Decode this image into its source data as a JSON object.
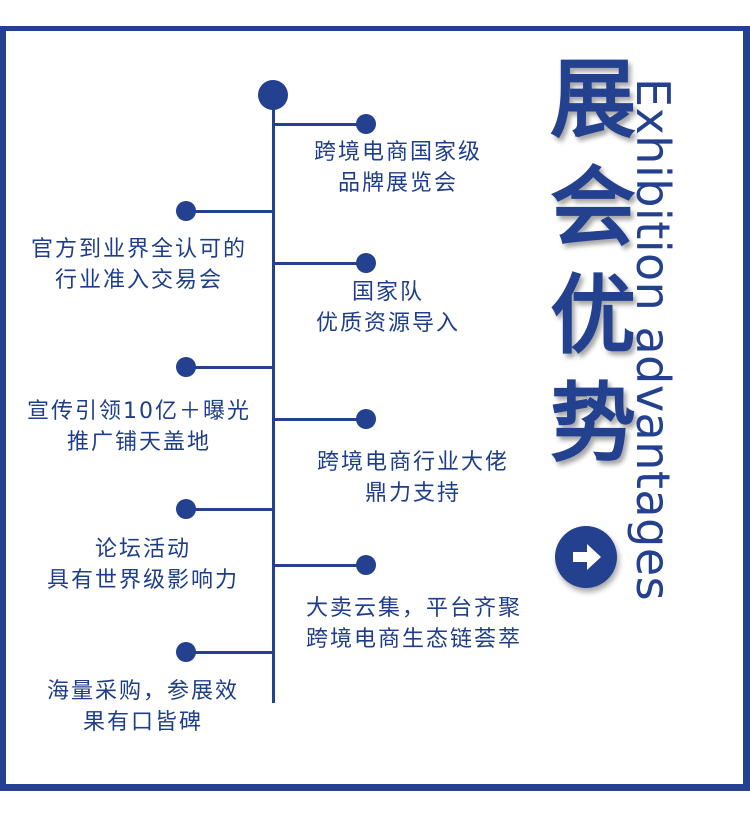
{
  "title": {
    "chinese_chars": [
      "展",
      "会",
      "优",
      "势"
    ],
    "english": "Exhibition advantages"
  },
  "timeline": {
    "right_items": [
      {
        "line1": "跨境电商国家级",
        "line2": "品牌展览会"
      },
      {
        "line1": "国家队",
        "line2": "优质资源导入"
      },
      {
        "line1": "跨境电商行业大佬",
        "line2": "鼎力支持"
      },
      {
        "line1": "大卖云集，平台齐聚",
        "line2": "跨境电商生态链荟萃"
      }
    ],
    "left_items": [
      {
        "line1": "官方到业界全认可的",
        "line2": "行业准入交易会"
      },
      {
        "line1": "宣传引领10亿＋曝光",
        "line2": "推广铺天盖地"
      },
      {
        "line1": "论坛活动",
        "line2": "具有世界级影响力"
      },
      {
        "line1": "海量采购，参展效",
        "line2": "果有口皆碑"
      }
    ]
  },
  "colors": {
    "primary": "#24418f",
    "text": "#1e3e8a",
    "background": "#ffffff"
  },
  "icons": {
    "next_button": "arrow-right-circle-icon"
  }
}
